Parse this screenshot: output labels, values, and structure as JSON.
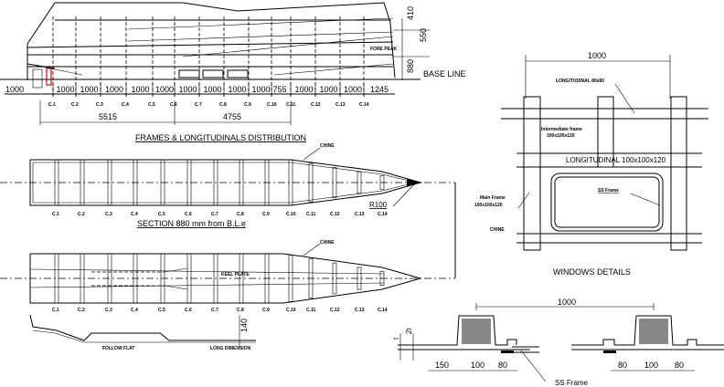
{
  "profile": {
    "fore_peak": "FORE PEAK",
    "base_line": "BASE LINE",
    "height_dims": [
      "410",
      "550",
      "880"
    ],
    "aft_dim": "1000",
    "frame_spacings": [
      "1000",
      "1000",
      "1000",
      "1000",
      "1000",
      "1000",
      "1000",
      "1000",
      "1000",
      "755",
      "1000",
      "1000",
      "1000",
      "1245"
    ],
    "frames": [
      "C.1",
      "C.2",
      "C.3",
      "C.4",
      "C.5",
      "C.6",
      "C.7",
      "C.8",
      "C.9",
      "C.10",
      "C.11",
      "C.12",
      "C.13",
      "C.14"
    ],
    "overall_dims": [
      "5515",
      "4755"
    ],
    "title": "FRAMES & LONGITUDINALS DISTRIBUTION"
  },
  "plan_section": {
    "chine": "CHINE",
    "radius": "R100",
    "frames": [
      "C.1",
      "C.2",
      "C.3",
      "C.4",
      "C.5",
      "C.6",
      "C.7",
      "C.8",
      "C.9",
      "C.10",
      "C.11",
      "C.12",
      "C.13",
      "C.14"
    ],
    "title": "SECTION 880 mm from B.L.e"
  },
  "plan_bottom": {
    "chine": "CHINE",
    "keel": "KEEL PLATE",
    "frames": [
      "C.1",
      "C.2",
      "C.3",
      "C.4",
      "C.5",
      "C.6",
      "C.7",
      "C.8",
      "C.9",
      "C.10",
      "C.11",
      "C.12",
      "C.13",
      "C.14"
    ]
  },
  "keel_profile": {
    "dim": "140",
    "label_left": "FOLLOW FLAT",
    "label_right": "LONG DIMENSION"
  },
  "window_detail": {
    "width_dim": "1000",
    "longitudinal_small": "LONGITUDINAL 80x80",
    "intermediate_frame": [
      "Intermediate frame",
      "100x100x120"
    ],
    "longitudinal_large": "LONGITUDINAL  100x100x120",
    "ss_frame": "SS Frame",
    "main_frame": [
      "Main Frame",
      "100x100x120"
    ],
    "chine": "CHINE",
    "title": "WINDOWS DETAILS"
  },
  "window_section": {
    "width_dim": "1000",
    "thickness": [
      "t",
      "2t"
    ],
    "left_dims": [
      "150",
      "100",
      "80"
    ],
    "right_dims": [
      "80",
      "100",
      "80"
    ],
    "ss_frame": "SS Frame"
  }
}
